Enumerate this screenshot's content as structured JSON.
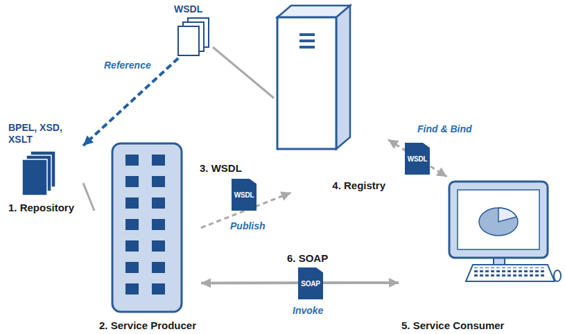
{
  "diagram": {
    "nodes": [
      {
        "text": [
          "WSDL"
        ]
      },
      {
        "text": [
          "BPEL, XSD, XSLT",
          "1. Repository"
        ]
      },
      {
        "text": [
          "2. Service Producer"
        ]
      },
      {
        "text": [
          "4. Registry"
        ]
      },
      {
        "text": [
          "5. Service Consumer"
        ]
      }
    ],
    "edges": [
      {
        "from": 0,
        "to": 1,
        "arrow": "to",
        "label": "Reference"
      },
      {
        "from": 0,
        "to": 3,
        "arrow": "none"
      },
      {
        "from": 1,
        "to": 2,
        "arrow": "none"
      },
      {
        "from": 2,
        "to": 3,
        "arrow": "to",
        "label": "Publish"
      },
      {
        "from": 3,
        "to": 4,
        "arrow": "both",
        "label": "Find & Bind"
      },
      {
        "from": 2,
        "to": 4,
        "arrow": "both",
        "label": "Invoke"
      }
    ],
    "labels": [
      "3. WSDL",
      "WSDL",
      "WSDL",
      "6. SOAP",
      "SOAP"
    ]
  }
}
